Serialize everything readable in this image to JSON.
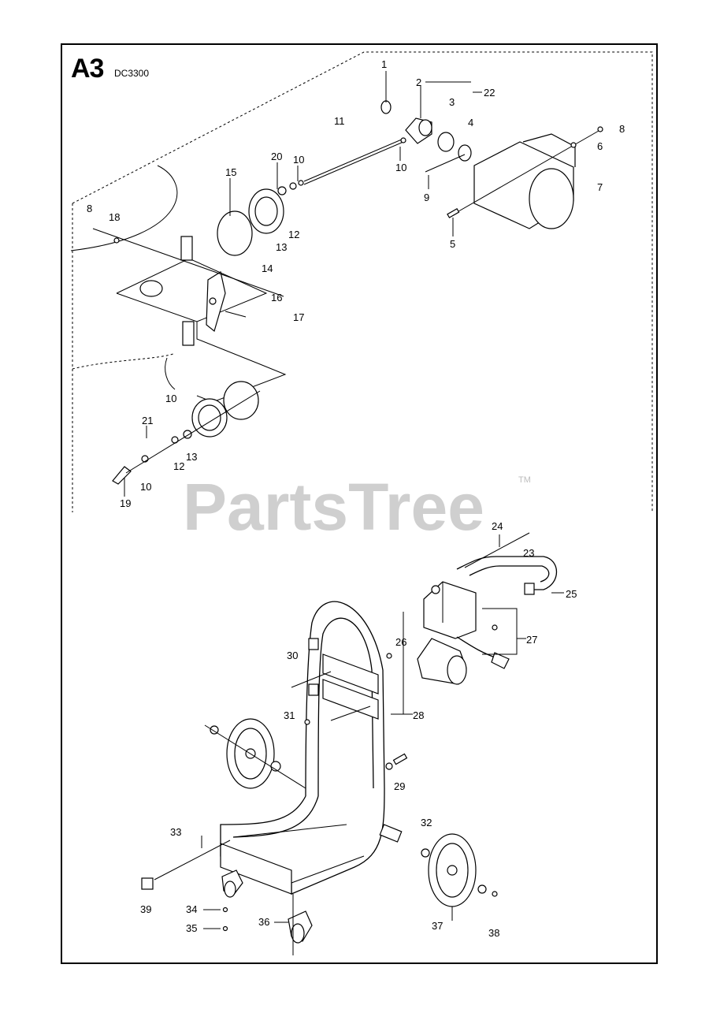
{
  "page": {
    "title": "A3",
    "model": "DC3300"
  },
  "watermark": {
    "text": "PartsTree",
    "tm": "TM"
  },
  "labels": [
    "1",
    "2",
    "22",
    "3",
    "4",
    "11",
    "8",
    "6",
    "7",
    "9",
    "10",
    "5",
    "20",
    "10",
    "15",
    "8",
    "18",
    "13",
    "12",
    "14",
    "16",
    "17",
    "10",
    "21",
    "12",
    "13",
    "10",
    "19",
    "24",
    "23",
    "25",
    "26",
    "27",
    "30",
    "28",
    "31",
    "29",
    "32",
    "33",
    "39",
    "34",
    "35",
    "36",
    "37",
    "38"
  ]
}
